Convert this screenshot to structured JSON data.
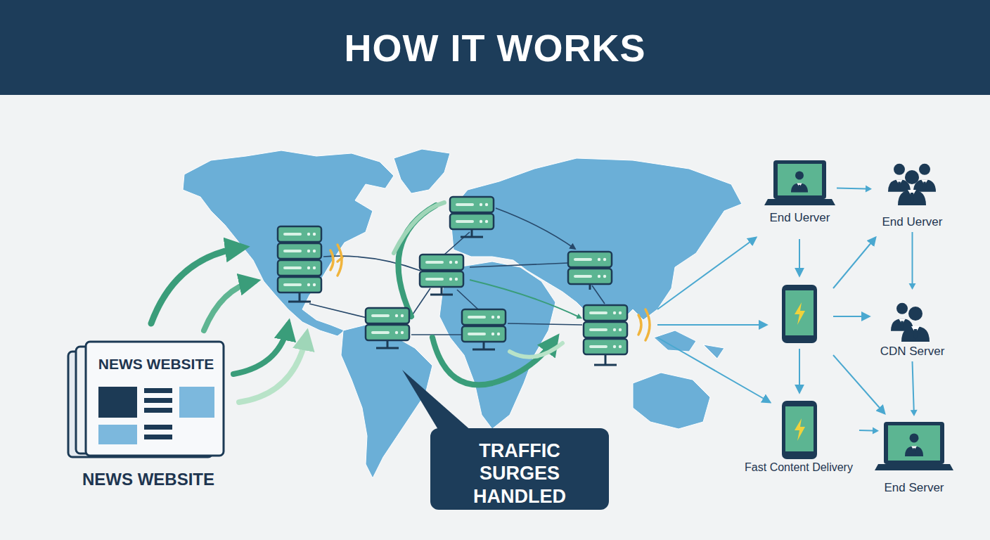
{
  "diagram": {
    "title": "HOW IT WORKS",
    "nodes": [
      {
        "text": [
          "End Uerver"
        ]
      },
      {
        "text": [
          "End Uerver"
        ]
      },
      {
        "text": [
          "NEWS WEBSITE",
          "NEWS WEBSITE"
        ]
      },
      {
        "text": [
          "TRAFFIC SURGES HANDLED"
        ]
      },
      {
        "text": [
          "CDN Server"
        ]
      },
      {
        "text": [
          "Fast Content Delivery"
        ]
      },
      {
        "text": [
          "End Server"
        ]
      }
    ],
    "edges": [
      {
        "from": 0,
        "to": 1,
        "arrow": "to"
      },
      {
        "from": 1,
        "to": 4,
        "arrow": "to"
      },
      {
        "from": 4,
        "to": 6,
        "arrow": "to"
      },
      {
        "from": 5,
        "to": 6,
        "arrow": "to"
      }
    ]
  }
}
